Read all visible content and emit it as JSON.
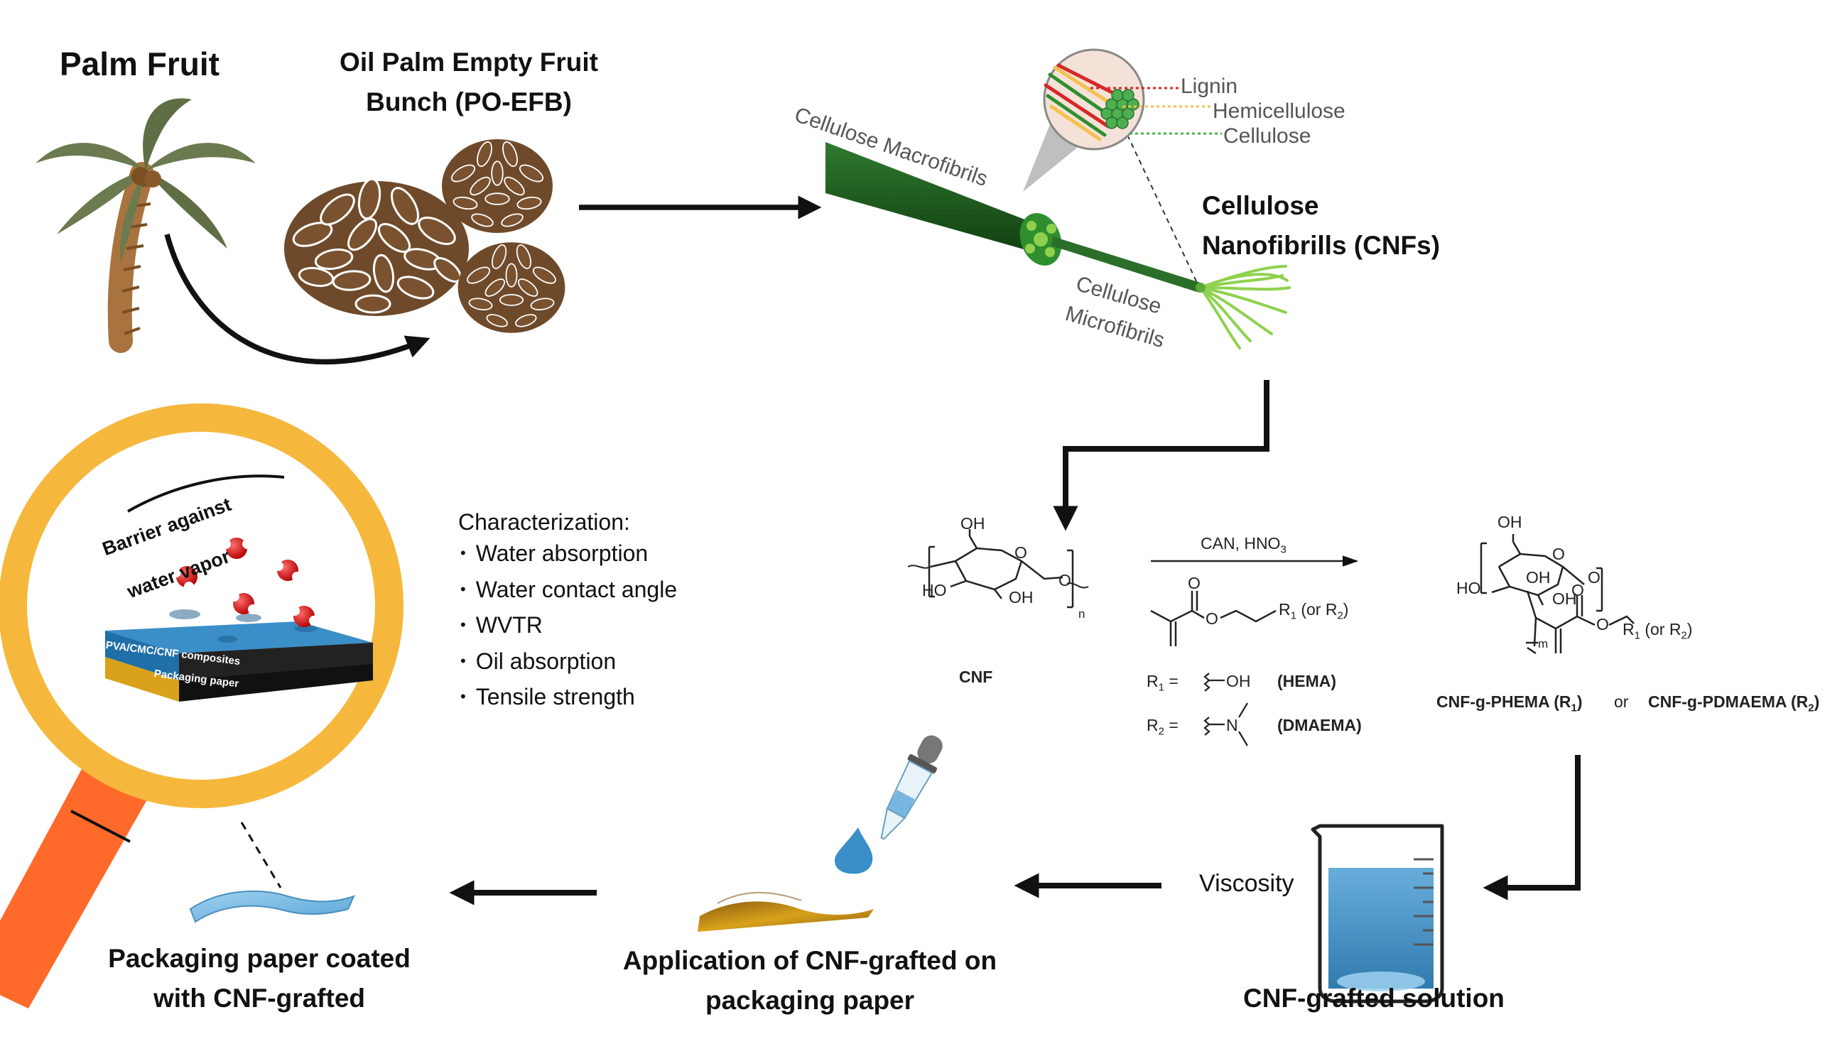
{
  "titles": {
    "palm_fruit": "Palm Fruit",
    "efb_line1": "Oil Palm Empty Fruit",
    "efb_line2": "Bunch (PO-EFB)",
    "cnfs_line1": "Cellulose",
    "cnfs_line2": "Nanofibrills (CNFs)"
  },
  "fiber_labels": {
    "macrofibrils": "Cellulose Macrofibrils",
    "microfibrils_line1": "Cellulose",
    "microfibrils_line2": "Microfibrils",
    "lignin": "Lignin",
    "hemicellulose": "Hemicellulose",
    "cellulose": "Cellulose"
  },
  "chemistry": {
    "oh": "OH",
    "ho": "HO",
    "o": "O",
    "n": "n",
    "m": "m",
    "cnf": "CNF",
    "reagents": "CAN,  HNO",
    "reagents_sub": "3",
    "r_group_label": "R",
    "r_group_sub": "1",
    "r_group_rest": "(or R",
    "r_group_sub2": "2",
    "r_group_close": ")",
    "r1_label": "R",
    "r1_sub": "1",
    "r1_eq": "=",
    "r1_group": "OH",
    "r1_name": "(HEMA)",
    "r2_label": "R",
    "r2_sub": "2",
    "r2_eq": "=",
    "r2_group": "N",
    "r2_name": "(DMAEMA)",
    "product1": "CNF-g-PHEMA (R",
    "product1_sub": "1",
    "product1_close": ")",
    "or": "or",
    "product2": "CNF-g-PDMAEMA (R",
    "product2_sub": "2",
    "product2_close": ")"
  },
  "characterization": {
    "title": "Characterization:",
    "items": [
      "Water absorption",
      "Water contact angle",
      "WVTR",
      "Oil absorption",
      "Tensile strength"
    ]
  },
  "magnifier": {
    "barrier_line1": "Barrier against",
    "barrier_line2": "water vapor",
    "layer_top": "PVA/CMC/CNF composites",
    "layer_bottom": "Packaging paper"
  },
  "bottom": {
    "viscosity": "Viscosity",
    "solution": "CNF-grafted solution",
    "application_line1": "Application of CNF-grafted on",
    "application_line2": "packaging paper",
    "coated_line1": "Packaging paper coated",
    "coated_line2": "with CNF-grafted"
  },
  "colors": {
    "arrow": "#111111",
    "palm_leaf": "#6b7a4f",
    "trunk": "#a8733e",
    "bunch": "#7a5230",
    "fiber_dark": "#1f5b1f",
    "fiber_light": "#8fd14f",
    "magnifier_ring": "#f5b83d",
    "magnifier_handle": "#ff6a2b",
    "water_blue": "#3a8fc8",
    "paper_gold": "#b8860b",
    "lignin": "#d62828",
    "hemicellulose": "#f2c14e",
    "cellulose": "#4caf50"
  }
}
